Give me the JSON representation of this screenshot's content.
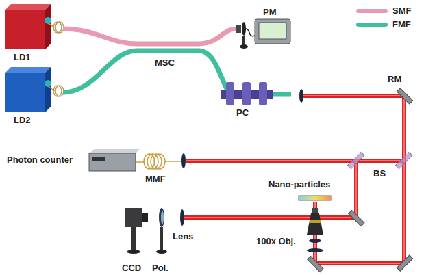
{
  "diagram": {
    "labels": [
      "LD1",
      "MSC",
      "PM",
      "LD2",
      "PC",
      "RM",
      "Photon counter",
      "MMF",
      "BS",
      "Nano-particles",
      "100x Obj.",
      "Lens",
      "CCD",
      "Pol."
    ],
    "legend": [
      {
        "text": "SMF",
        "color": "#e89ab0"
      },
      {
        "text": "FMF",
        "color": "#3fbf9f"
      }
    ]
  }
}
